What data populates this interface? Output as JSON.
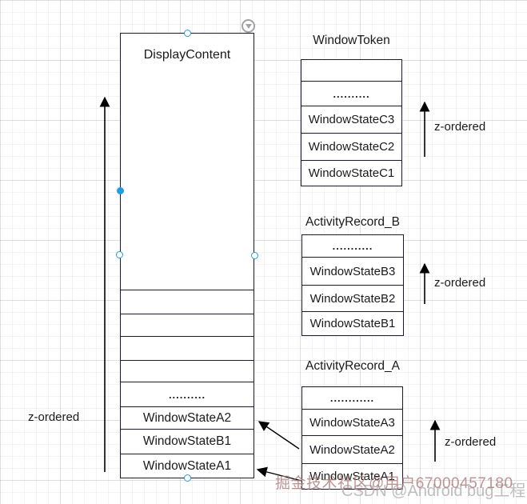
{
  "display_content": {
    "title": "DisplayContent",
    "rows": [
      "",
      "",
      "",
      "",
      "..........",
      "WindowStateA2",
      "WindowStateB1",
      "WindowStateA1"
    ]
  },
  "window_token": {
    "title": "WindowToken",
    "rows": [
      "",
      "..........",
      "WindowStateC3",
      "WindowStateC2",
      "WindowStateC1"
    ]
  },
  "activity_record_b": {
    "title": "ActivityRecord_B",
    "rows": [
      "...........",
      "WindowStateB3",
      "WindowStateB2",
      "WindowStateB1"
    ]
  },
  "activity_record_a": {
    "title": "ActivityRecord_A",
    "rows": [
      "............",
      "WindowStateA3",
      "WindowStateA2",
      "WindowStateA1"
    ]
  },
  "labels": {
    "z_ordered": "z-ordered"
  },
  "watermarks": {
    "juejin": "掘金技术社区@用户67000457180",
    "csdn": "CSDN @Android bug工程师"
  },
  "colors": {
    "stroke": "#1a1a2e",
    "arrow": "#000000",
    "handle_blue": "#1e9ce6",
    "icon_gray": "#a3a3a3",
    "watermark_red": "#ab7676",
    "watermark_gray": "#b0b0b0"
  }
}
